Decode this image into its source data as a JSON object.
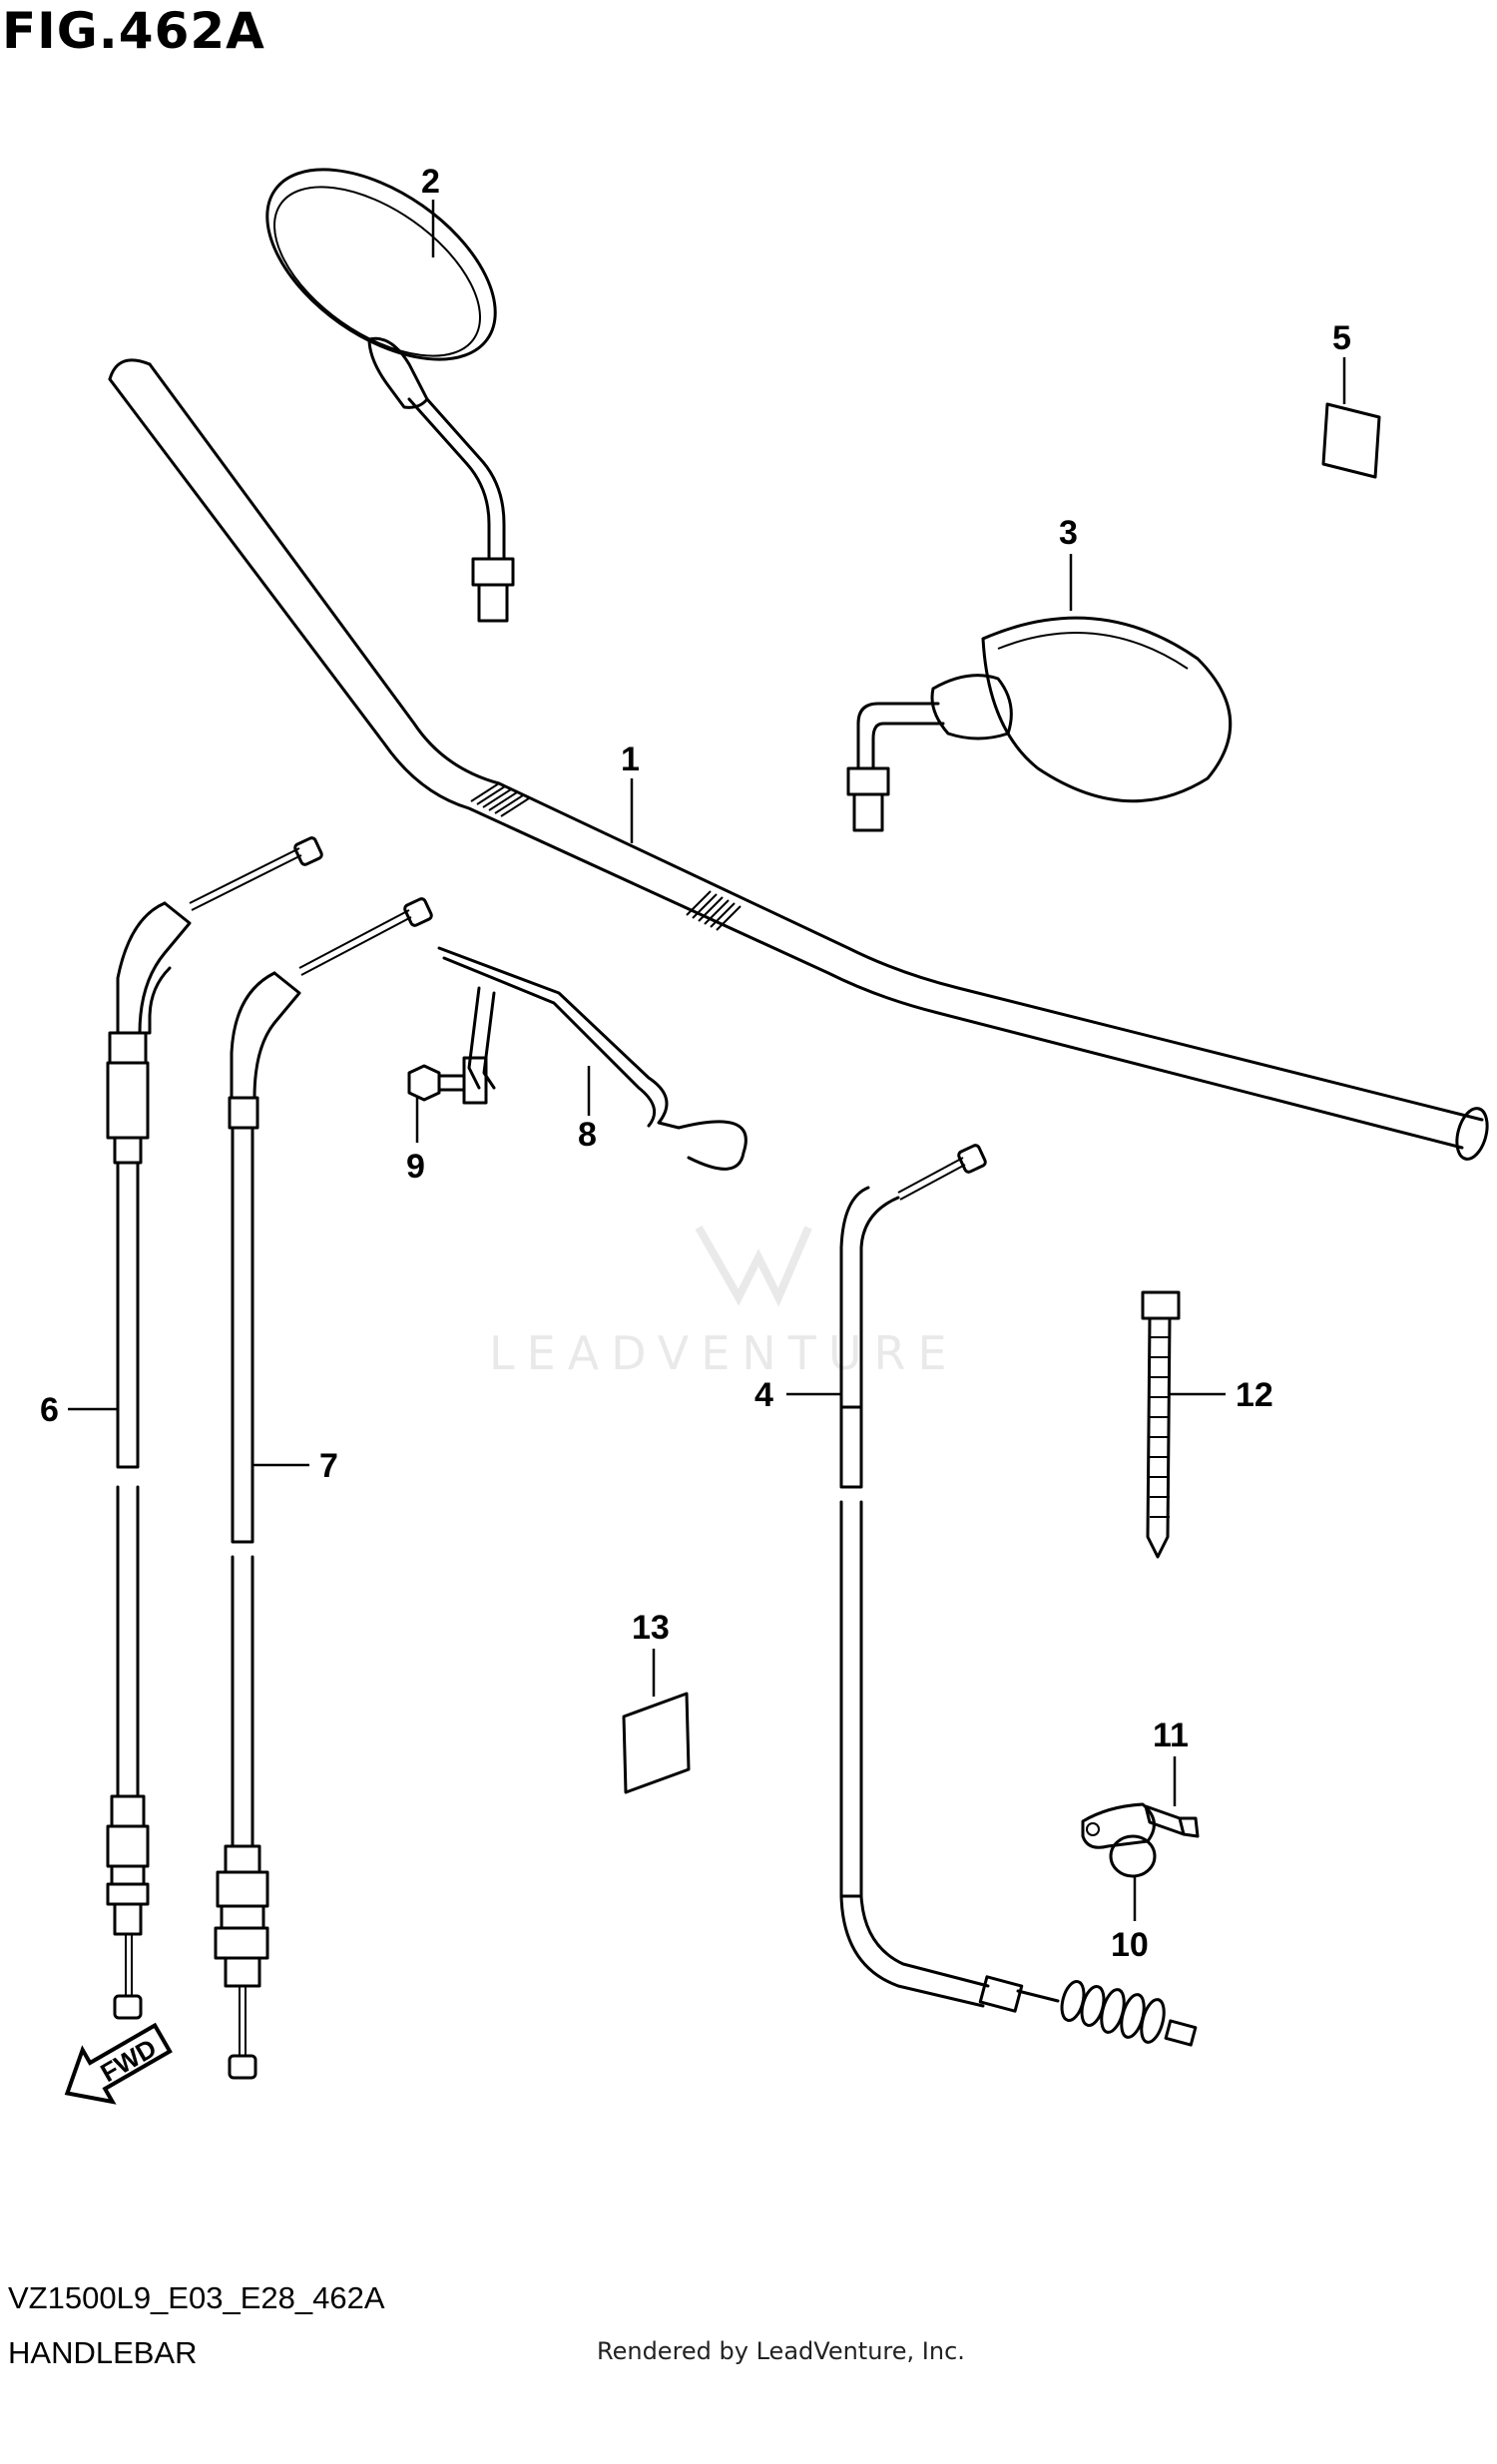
{
  "figure_title": "FIG.462A",
  "diagram_code": "VZ1500L9_E03_E28_462A",
  "section_name": "HANDLEBAR",
  "render_credit": "Rendered by LeadVenture, Inc.",
  "watermark_text": "LEADVENTURE",
  "direction_badge": "FWD",
  "callouts": [
    "1",
    "2",
    "3",
    "4",
    "5",
    "6",
    "7",
    "8",
    "9",
    "10",
    "11",
    "12",
    "13"
  ]
}
